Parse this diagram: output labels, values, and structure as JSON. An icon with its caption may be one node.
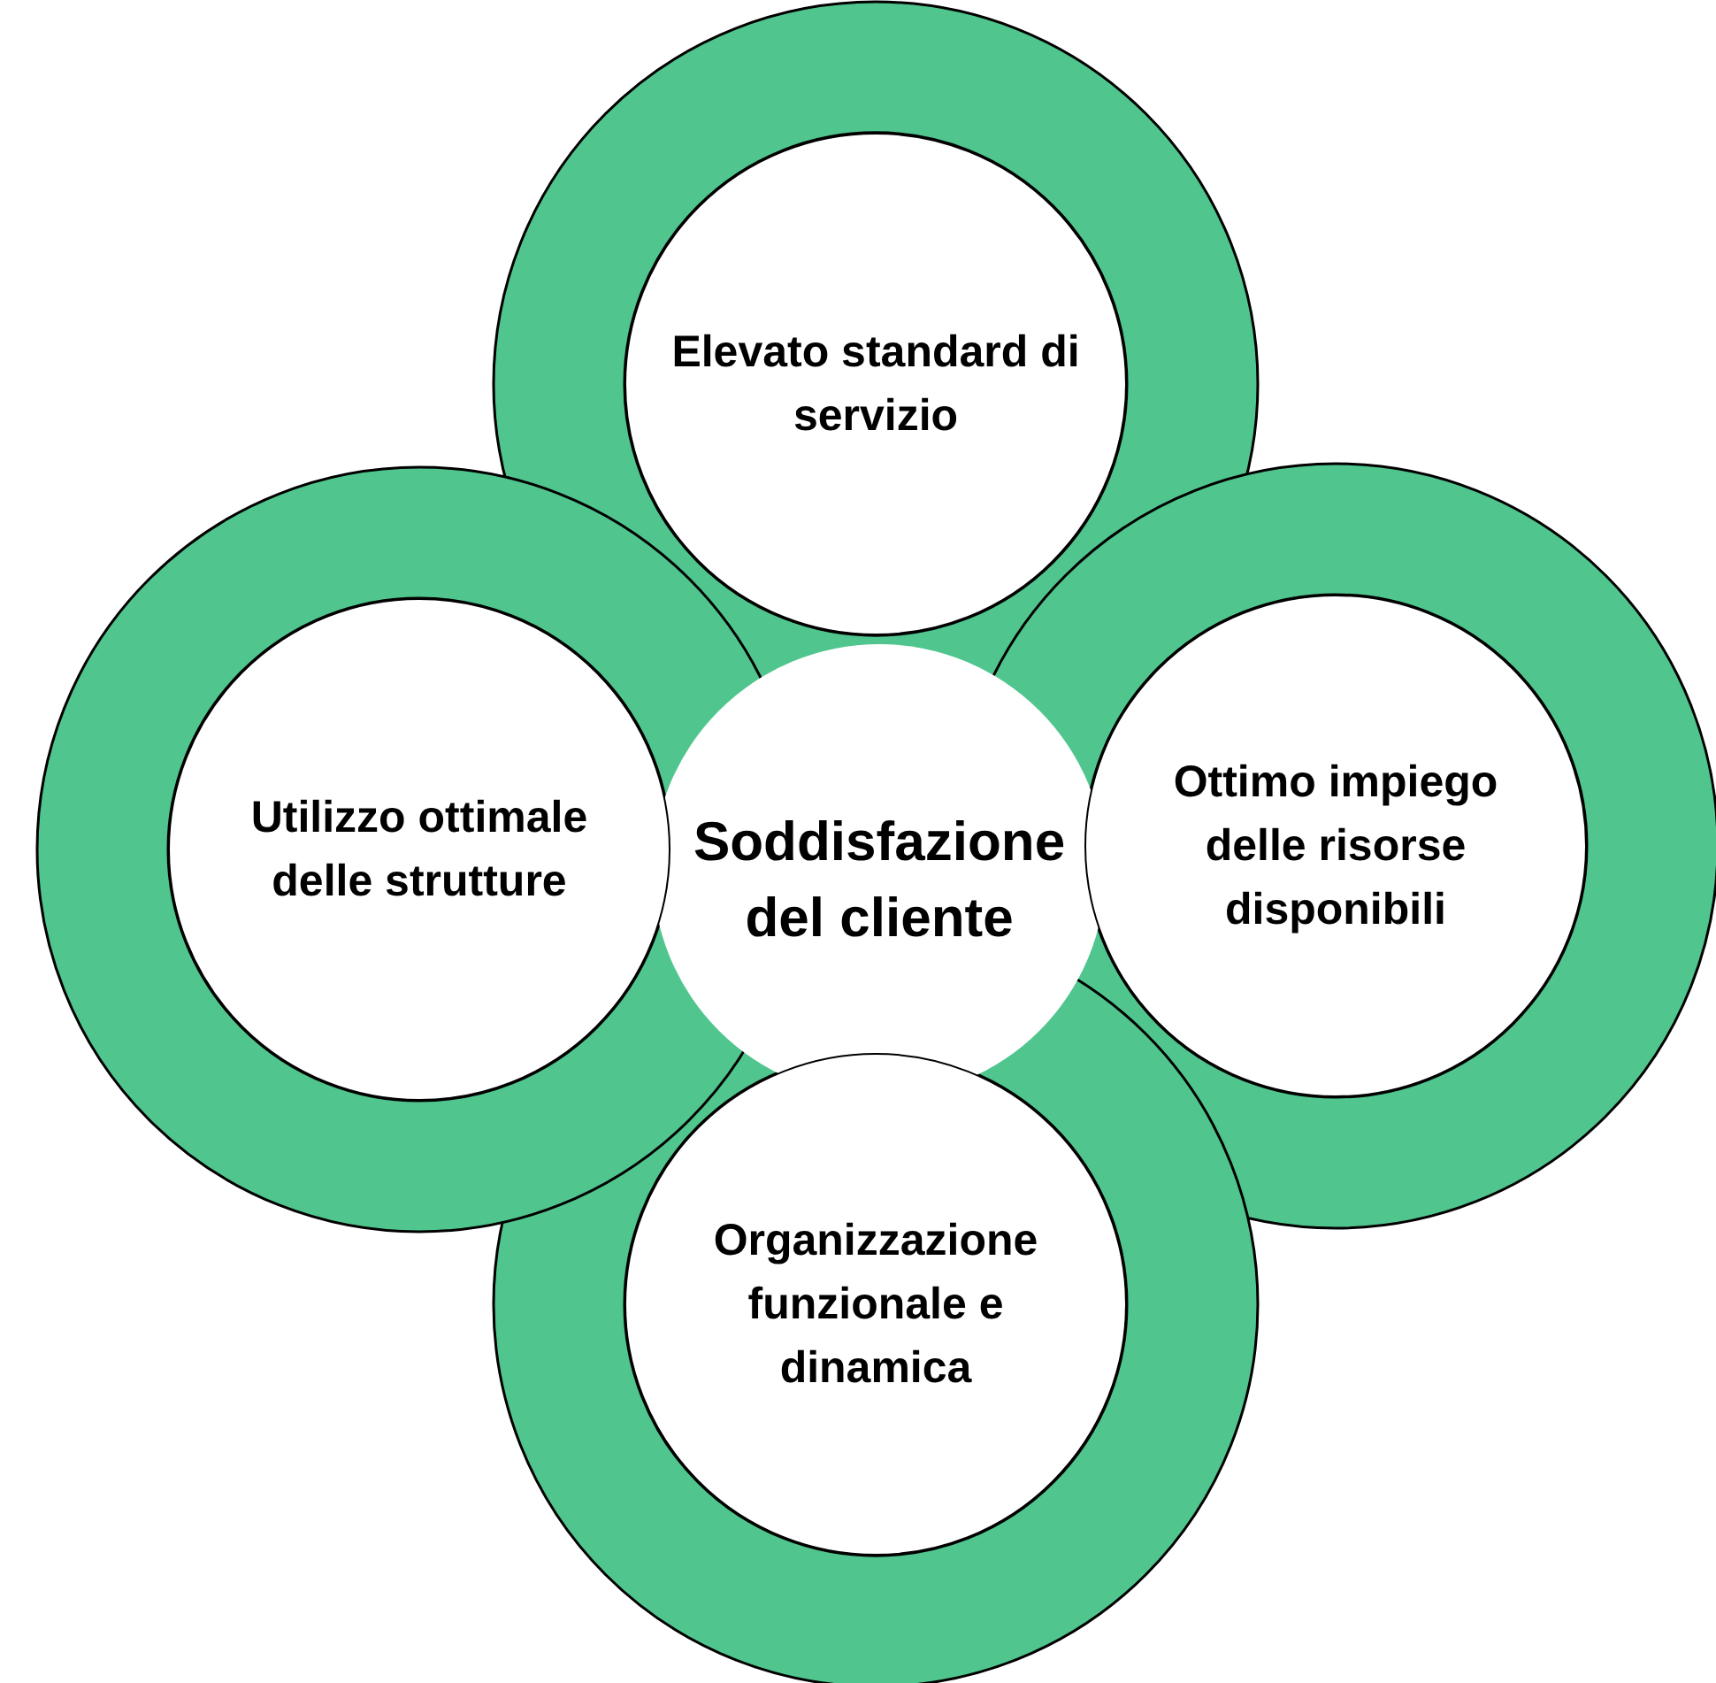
{
  "diagram": {
    "nodes": [
      {
        "text": [
          "Elevato standard di servizio"
        ]
      },
      {
        "text": [
          "Utilizzo ottimale delle strutture"
        ]
      },
      {
        "text": [
          "Soddisfazione del cliente"
        ]
      },
      {
        "text": [
          "Ottimo impiego delle risorse disponibili"
        ]
      },
      {
        "text": [
          "Organizzazione funzionale e dinamica"
        ]
      }
    ]
  }
}
